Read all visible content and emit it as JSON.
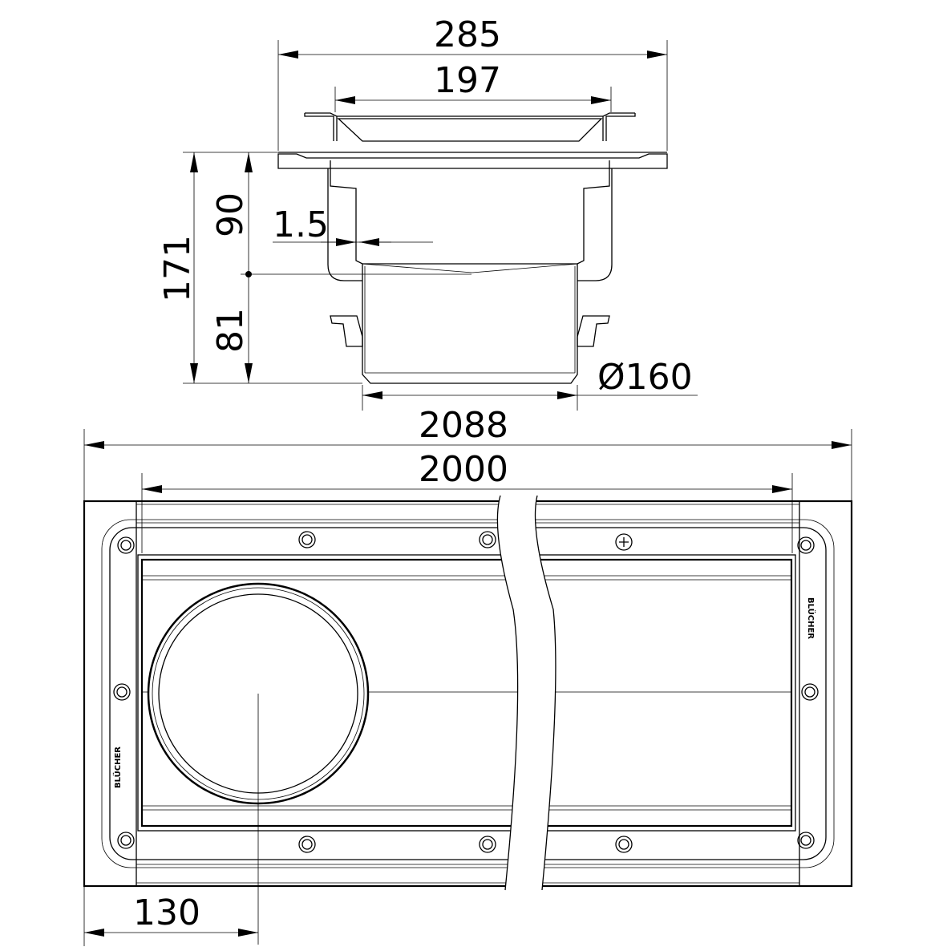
{
  "section_view": {
    "dim_overall_width": "285",
    "dim_grate_width": "197",
    "dim_total_height": "171",
    "dim_upper_height": "90",
    "dim_lower_height": "81",
    "dim_wall_thickness": "1.5",
    "dim_outlet_diameter": "Ø160"
  },
  "plan_view": {
    "dim_overall_length": "2088",
    "dim_channel_length": "2000",
    "dim_outlet_offset": "130",
    "brand_mark": "BLÜCHER"
  }
}
